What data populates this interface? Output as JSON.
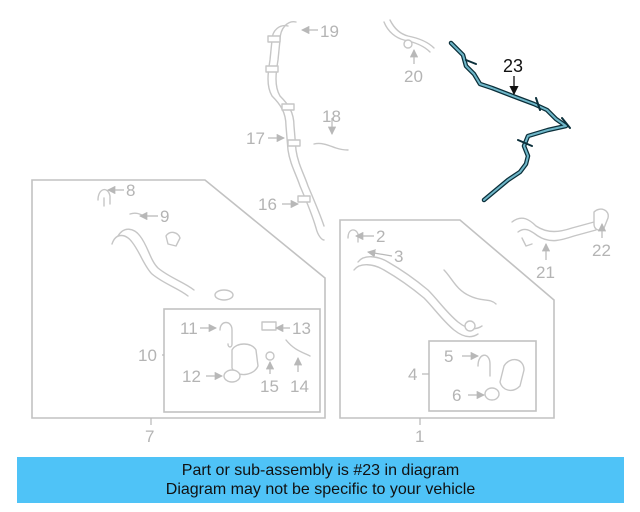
{
  "callouts": {
    "c1": "1",
    "c2": "2",
    "c3": "3",
    "c4": "4",
    "c5": "5",
    "c6": "6",
    "c7": "7",
    "c8": "8",
    "c9": "9",
    "c10": "10",
    "c11": "11",
    "c12": "12",
    "c13": "13",
    "c14": "14",
    "c15": "15",
    "c16": "16",
    "c17": "17",
    "c18": "18",
    "c19": "19",
    "c20": "20",
    "c21": "21",
    "c22": "22",
    "c23": "23"
  },
  "highlighted_part": "23",
  "colors": {
    "highlight_stroke": "#0b2f3a",
    "highlight_fill": "#6fb7c9",
    "part_stroke": "#c6c6c6",
    "banner_bg": "#4fc3f7"
  },
  "banner": {
    "line1": "Part or sub-assembly is #23 in diagram",
    "line2": "Diagram may not be specific to your vehicle"
  }
}
